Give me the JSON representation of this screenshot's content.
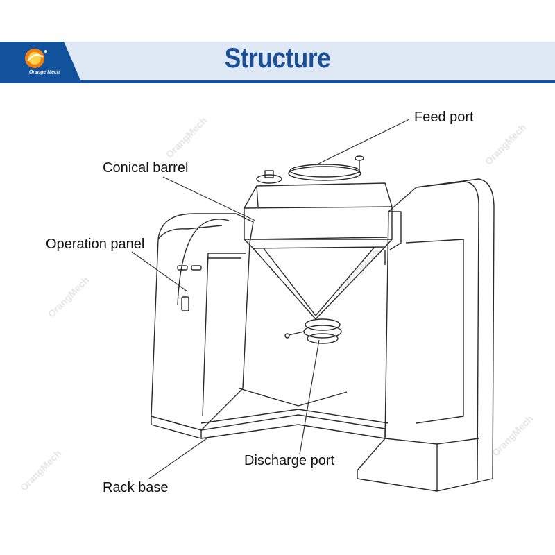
{
  "header": {
    "title": "Structure",
    "logo_text": "Orange Mech",
    "brand_color": "#12519c",
    "logo_color": "#f07f12"
  },
  "watermark": "OrangMech",
  "labels": {
    "feed_port": "Feed port",
    "conical_barrel": "Conical barrel",
    "operation_panel": "Operation panel",
    "discharge_port": "Discharge port",
    "rack_base": "Rack base"
  }
}
